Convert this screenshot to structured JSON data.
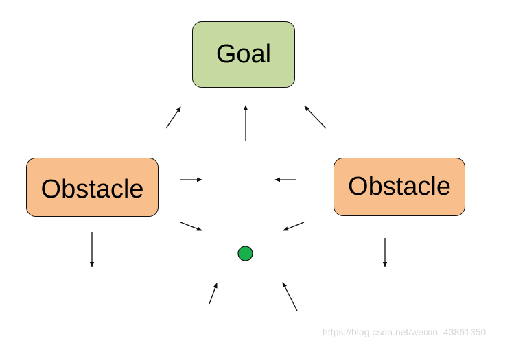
{
  "nodes": {
    "goal": {
      "label": "Goal",
      "fill": "#c6d9a0"
    },
    "obstacle_left": {
      "label": "Obstacle",
      "fill": "#f8bf8d"
    },
    "obstacle_right": {
      "label": "Obstacle",
      "fill": "#f8bf8d"
    }
  },
  "agent": {
    "color": "#18b04a"
  },
  "watermark": {
    "text": "https://blog.csdn.net/weixin_43861350"
  },
  "colors": {
    "arrow": "#111111",
    "border": "#111111"
  }
}
